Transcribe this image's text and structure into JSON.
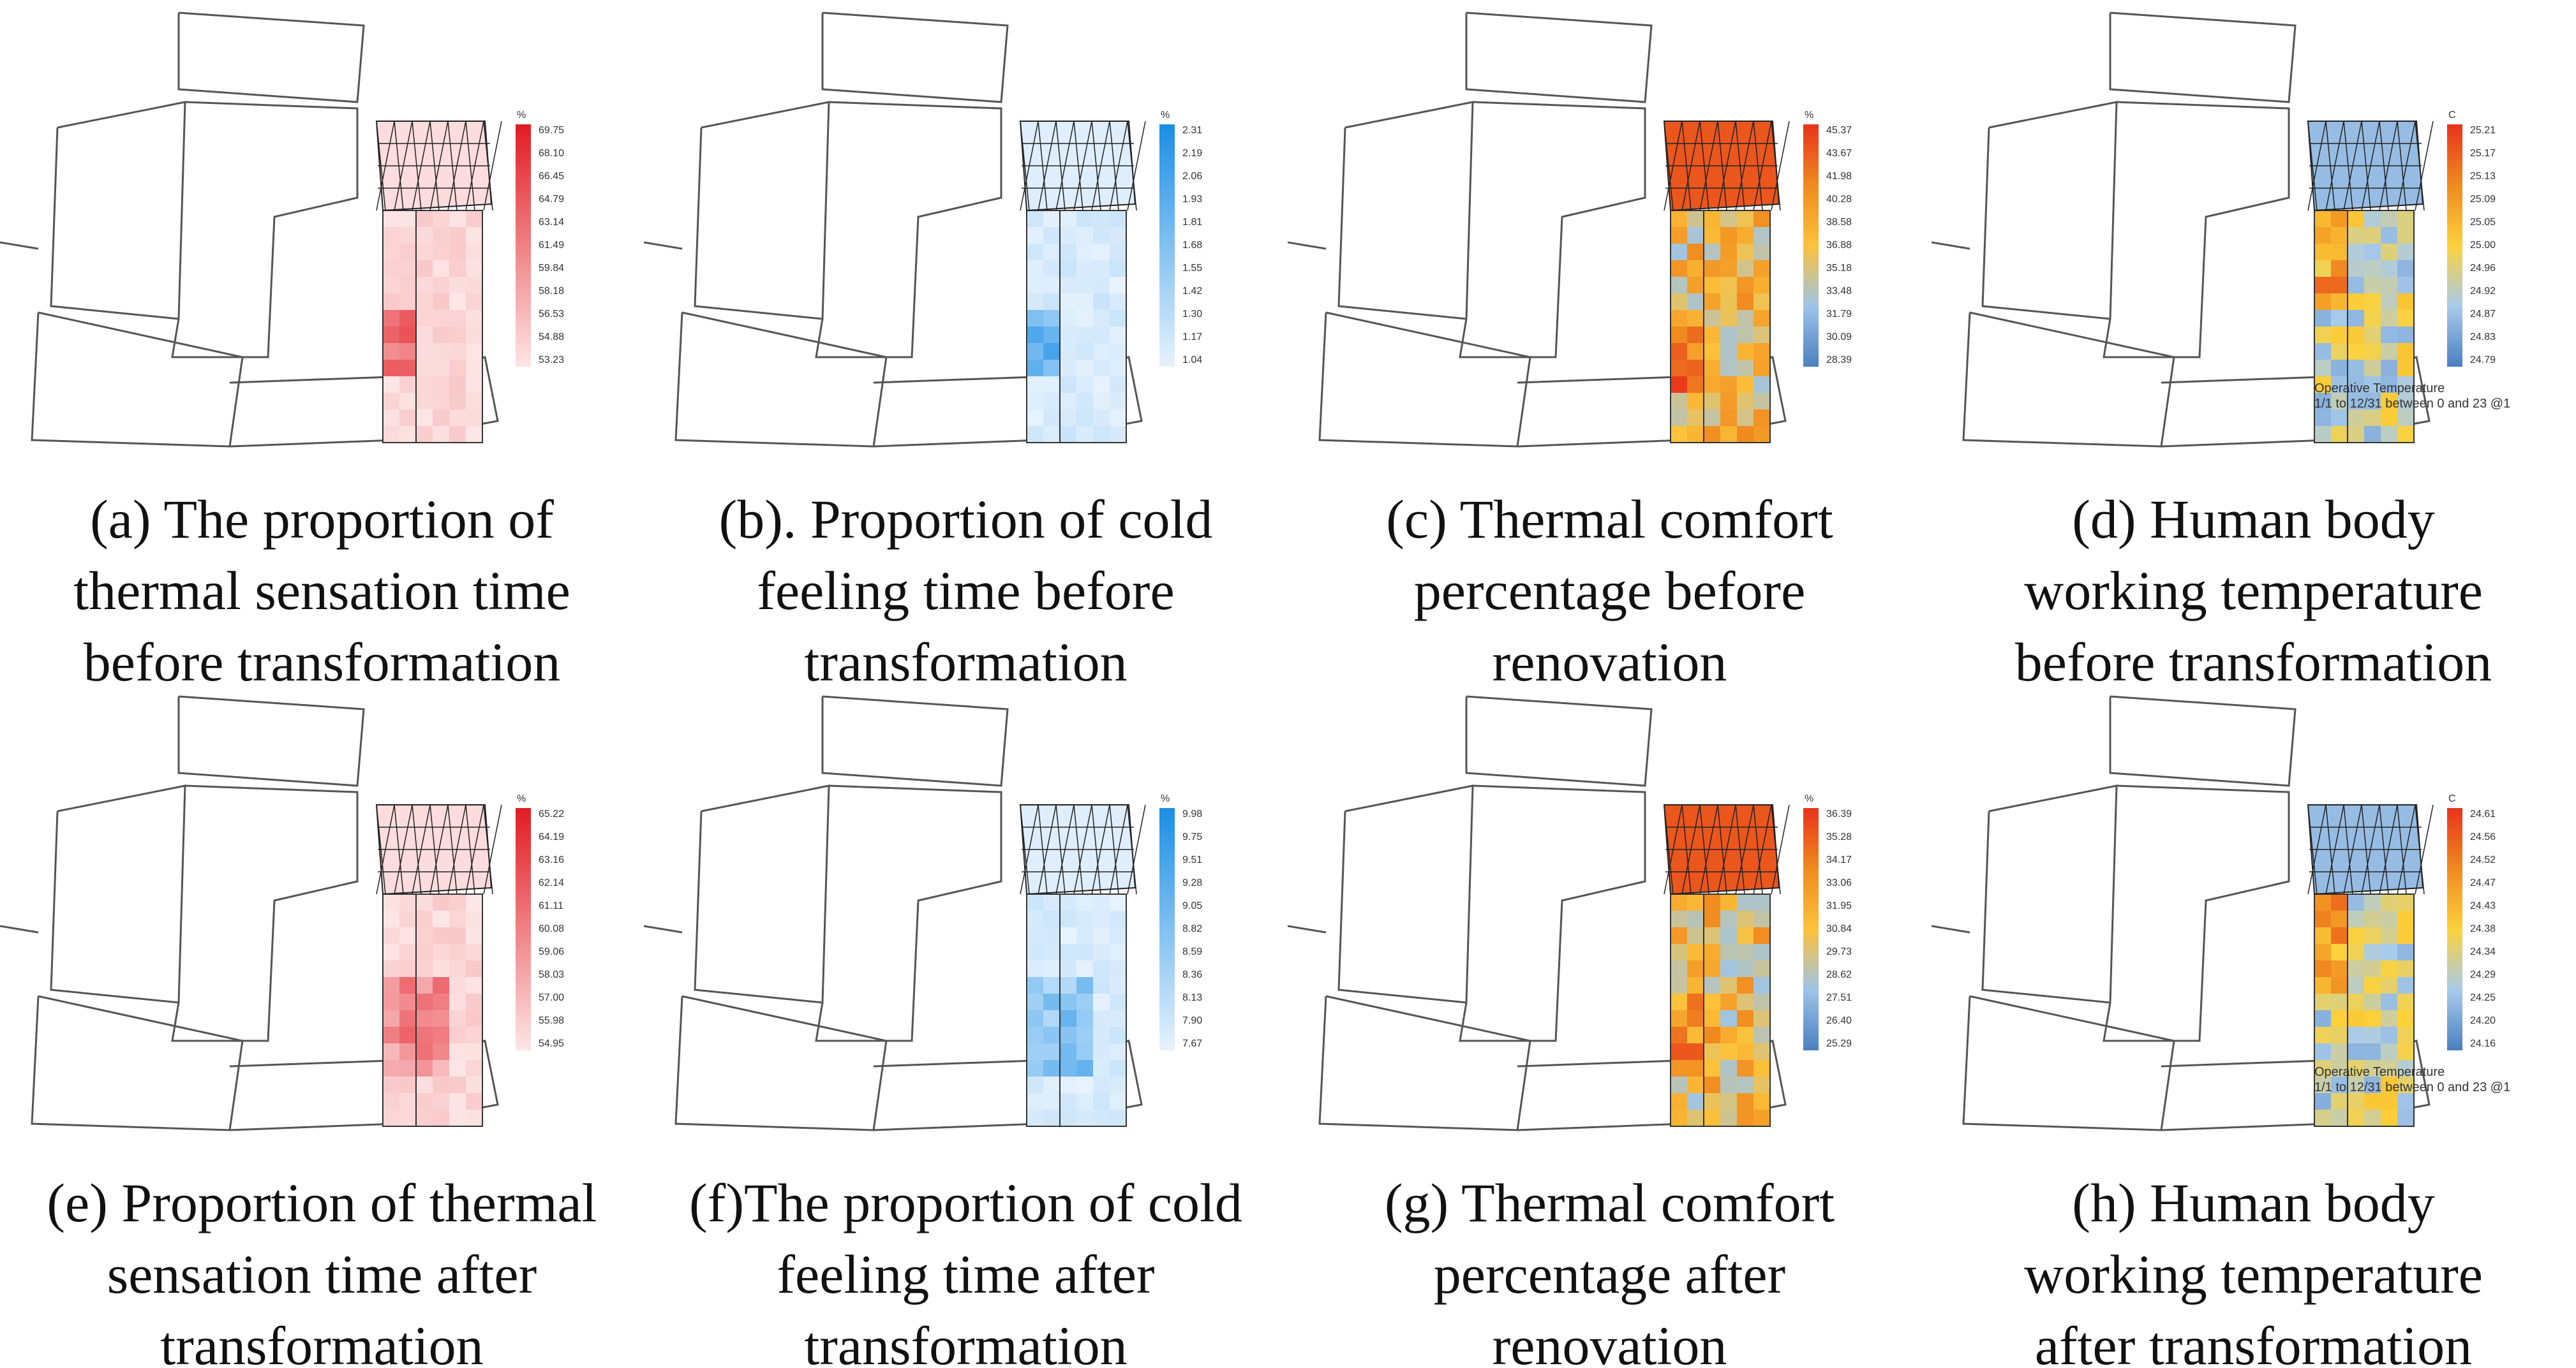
{
  "panels": [
    {
      "caption": [
        "(a) The proportion of",
        "thermal sensation time",
        "before transformation"
      ],
      "unit": "%",
      "ticks": [
        "69.75",
        "68.10",
        "66.45",
        "64.79",
        "63.14",
        "61.49",
        "59.84",
        "58.18",
        "56.53",
        "54.88",
        "53.23"
      ],
      "colors": [
        "#e21b23",
        "#fde6e6"
      ],
      "footer": []
    },
    {
      "caption": [
        "(b). Proportion of cold",
        "feeling time before",
        "transformation"
      ],
      "unit": "%",
      "ticks": [
        "2.31",
        "2.19",
        "2.06",
        "1.93",
        "1.81",
        "1.68",
        "1.55",
        "1.42",
        "1.30",
        "1.17",
        "1.04"
      ],
      "colors": [
        "#1a8ee6",
        "#e8f3fd"
      ],
      "footer": []
    },
    {
      "caption": [
        "(c) Thermal comfort",
        "percentage before",
        "renovation"
      ],
      "unit": "%",
      "ticks": [
        "45.37",
        "43.67",
        "41.98",
        "40.28",
        "38.58",
        "36.88",
        "35.18",
        "33.48",
        "31.79",
        "30.09",
        "28.39"
      ],
      "colors": [
        "#e8331c",
        "#f08a1f",
        "#fcc23a",
        "#9ec4e8",
        "#4a7fc1"
      ],
      "footer": []
    },
    {
      "caption": [
        "(d) Human body",
        "working temperature",
        "before transformation"
      ],
      "unit": "C",
      "ticks": [
        "25.21",
        "25.17",
        "25.13",
        "25.09",
        "25.05",
        "25.00",
        "24.96",
        "24.92",
        "24.87",
        "24.83",
        "24.79"
      ],
      "colors": [
        "#e8331c",
        "#f08a1f",
        "#fcd23a",
        "#a9cbeb",
        "#4a7fc1"
      ],
      "footer": [
        "Operative Temperature",
        "1/1 to 12/31 between 0 and 23 @1"
      ]
    },
    {
      "caption": [
        "(e) Proportion of thermal",
        "sensation time after",
        "transformation"
      ],
      "unit": "%",
      "ticks": [
        "65.22",
        "64.19",
        "63.16",
        "62.14",
        "61.11",
        "60.08",
        "59.06",
        "58.03",
        "57.00",
        "55.98",
        "54.95"
      ],
      "colors": [
        "#e21b23",
        "#fde6e6"
      ],
      "footer": []
    },
    {
      "caption": [
        "(f)The proportion of cold",
        "feeling time after",
        "transformation"
      ],
      "unit": "%",
      "ticks": [
        "9.98",
        "9.75",
        "9.51",
        "9.28",
        "9.05",
        "8.82",
        "8.59",
        "8.36",
        "8.13",
        "7.90",
        "7.67"
      ],
      "colors": [
        "#1a8ee6",
        "#e8f3fd"
      ],
      "footer": []
    },
    {
      "caption": [
        "(g) Thermal comfort",
        "percentage after",
        "renovation"
      ],
      "unit": "%",
      "ticks": [
        "36.39",
        "35.28",
        "34.17",
        "33.06",
        "31.95",
        "30.84",
        "29.73",
        "28.62",
        "27.51",
        "26.40",
        "25.29"
      ],
      "colors": [
        "#e8331c",
        "#f08a1f",
        "#fcc23a",
        "#9ec4e8",
        "#4a7fc1"
      ],
      "footer": []
    },
    {
      "caption": [
        "(h) Human body",
        "working temperature",
        "after transformation"
      ],
      "unit": "C",
      "ticks": [
        "24.61",
        "24.56",
        "24.52",
        "24.47",
        "24.43",
        "24.38",
        "24.34",
        "24.29",
        "24.25",
        "24.20",
        "24.16"
      ],
      "colors": [
        "#e8331c",
        "#f08a1f",
        "#fcd23a",
        "#a9cbeb",
        "#4a7fc1"
      ],
      "footer": [
        "Operative Temperature",
        "1/1 to 12/31 between 0 and 23 @1"
      ]
    }
  ]
}
